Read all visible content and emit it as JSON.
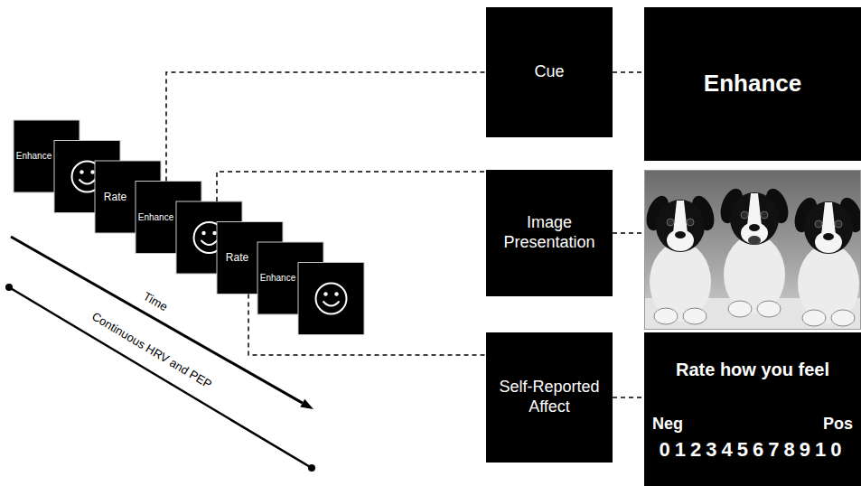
{
  "diagram": {
    "nodes": [
      {
        "text": [
          "Enhance"
        ]
      },
      {
        "text": [
          "Rate"
        ]
      },
      {
        "text": [
          "Enhance"
        ]
      },
      {
        "text": [
          "Rate"
        ]
      },
      {
        "text": [
          "Enhance"
        ]
      },
      {
        "text": [
          "Cue"
        ]
      },
      {
        "text": [
          "Enhance"
        ]
      },
      {
        "text": [
          "Image Presentation"
        ]
      },
      {
        "text": [
          "Self-Reported Affect"
        ]
      },
      {
        "text": [
          "Rate how you feel",
          "Neg",
          "Pos",
          "012345678910"
        ]
      }
    ],
    "edges": [
      {
        "from": 2,
        "to": 5,
        "arrow": "none"
      },
      {
        "from": 3,
        "to": 8,
        "arrow": "none"
      },
      {
        "from": 5,
        "to": 6,
        "arrow": "none"
      },
      {
        "from": 8,
        "to": 9,
        "arrow": "none"
      }
    ],
    "labels": [
      "Time",
      "Continuous HRV and PEP"
    ]
  }
}
